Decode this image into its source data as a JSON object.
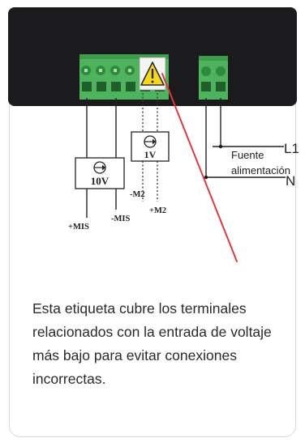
{
  "diagram": {
    "source_labels": {
      "left_voltage": "10V",
      "right_voltage": "1V"
    },
    "terminal_labels": {
      "plus_mis": "+MIS",
      "minus_mis": "-MIS",
      "minus_m2": "-M2",
      "plus_m2": "+M2"
    },
    "line_labels": {
      "l1": "L1",
      "n": "N"
    },
    "power_label": {
      "line1": "Fuente",
      "line2": "alimentación"
    },
    "colors": {
      "housing": "#1b1b1e",
      "terminal_block": "#4fb35e",
      "terminal_dark": "#2f8a3d",
      "warning_fill": "#f6d81a",
      "warning_stroke": "#2a2a2a",
      "pointer": "#e03a3a"
    },
    "icons": {
      "warning": "warning-triangle-icon",
      "current_source": "current-source-icon"
    }
  },
  "caption": {
    "text": "Esta etiqueta cubre los terminales relacionados con la entrada de voltaje más bajo para evitar conexiones incorrectas."
  }
}
